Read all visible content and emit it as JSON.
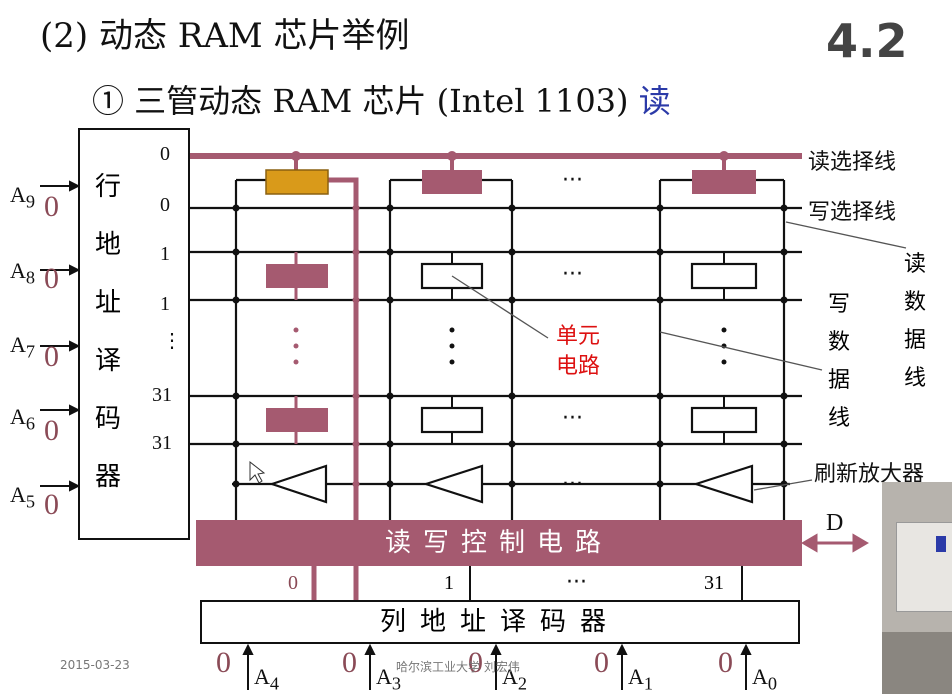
{
  "header": {
    "title": "(2) 动态 RAM 芯片举例",
    "subtitle": "① 三管动态 RAM 芯片 (Intel 1103)",
    "subtitle_accent": "读",
    "section_badge": "4.2"
  },
  "row_decoder": {
    "label": "行地址译码器",
    "row_numbers": [
      "0",
      "0",
      "1",
      "1",
      "⋮",
      "31",
      "31"
    ],
    "address_inputs": [
      {
        "sub": "9",
        "value": "0"
      },
      {
        "sub": "8",
        "value": "0"
      },
      {
        "sub": "7",
        "value": "0"
      },
      {
        "sub": "6",
        "value": "0"
      },
      {
        "sub": "5",
        "value": "0"
      }
    ]
  },
  "labels": {
    "read_select": "读选择线",
    "write_select": "写选择线",
    "read_data": "读数据线",
    "write_data": "写数据线",
    "cell": "单元电路",
    "refresh_amp": "刷新放大器",
    "data_port": "D",
    "ellipsis": "···"
  },
  "control_circuit": "读写控制电路",
  "column_decoder": {
    "label": "列地址译码器",
    "outputs": [
      "0",
      "1",
      "···",
      "31"
    ],
    "address_inputs": [
      {
        "sub": "4",
        "value": "0"
      },
      {
        "sub": "3",
        "value": "0"
      },
      {
        "sub": "2",
        "value": "0"
      },
      {
        "sub": "1",
        "value": "0"
      },
      {
        "sub": "0",
        "value": "0"
      }
    ]
  },
  "footer": {
    "date": "2015-03-23",
    "author": "哈尔滨工业大学 刘宏伟"
  },
  "colors": {
    "accent": "#a55a70",
    "highlight_cell": "#d99a1a",
    "title_accent": "#2b3aa8"
  }
}
